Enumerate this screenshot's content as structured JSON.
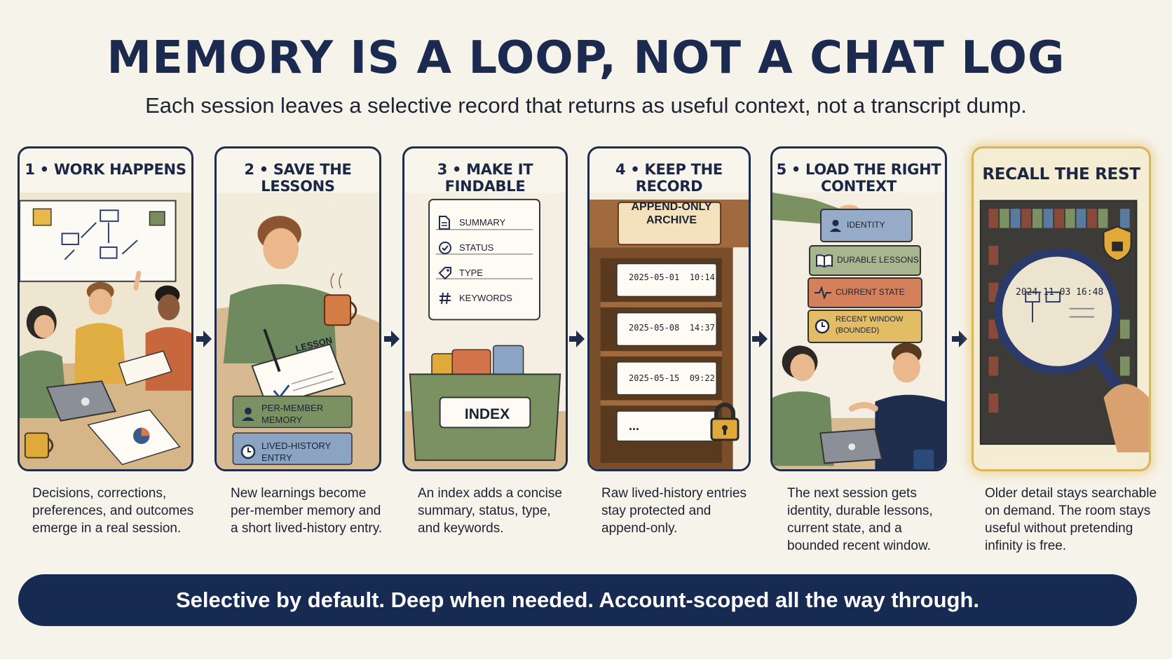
{
  "title": "MEMORY IS A LOOP, NOT A CHAT LOG",
  "subtitle": "Each session leaves a selective record that returns as useful context, not a transcript dump.",
  "panels": [
    {
      "heading": "1 • WORK HAPPENS",
      "caption": [
        "Decisions, corrections,",
        "preferences, and outcomes",
        "emerge in a real session."
      ]
    },
    {
      "heading": "2 • SAVE THE LESSONS",
      "caption": [
        "New learnings become",
        "per-member memory and",
        "a short lived-history entry."
      ],
      "card_label": "LESSON",
      "tags": [
        {
          "line1": "PER-MEMBER",
          "line2": "MEMORY",
          "icon": "person-icon"
        },
        {
          "line1": "LIVED-HISTORY",
          "line2": "ENTRY",
          "icon": "clock-icon"
        }
      ]
    },
    {
      "heading": "3 • MAKE IT FINDABLE",
      "caption": [
        "An index adds a concise",
        "summary, status, type,",
        "and keywords."
      ],
      "fields": [
        {
          "label": "SUMMARY",
          "icon": "document-icon"
        },
        {
          "label": "STATUS",
          "icon": "check-circle-icon"
        },
        {
          "label": "TYPE",
          "icon": "tag-icon"
        },
        {
          "label": "KEYWORDS",
          "icon": "hash-icon"
        }
      ],
      "box_label": "INDEX"
    },
    {
      "heading": "4 • KEEP THE RECORD",
      "caption": [
        "Raw lived-history entries",
        "stay protected and",
        "append-only."
      ],
      "sign": [
        "APPEND-ONLY",
        "ARCHIVE"
      ],
      "entries": [
        "2025-05-01  10:14",
        "2025-05-08  14:37",
        "2025-05-15  09:22",
        "..."
      ]
    },
    {
      "heading": "5 • LOAD THE RIGHT CONTEXT",
      "caption": [
        "The next session gets",
        "identity, durable lessons,",
        "current state, and a",
        "bounded recent window."
      ],
      "layers": [
        {
          "label": "IDENTITY",
          "icon": "person-icon",
          "color": "#95abc8"
        },
        {
          "label": "DURABLE LESSONS",
          "icon": "book-icon",
          "color": "#a8b68e"
        },
        {
          "label": "CURRENT STATE",
          "icon": "pulse-icon",
          "color": "#d4805a"
        },
        {
          "label": "RECENT WINDOW",
          "label2": "(BOUNDED)",
          "icon": "clock-icon",
          "color": "#e2bd66"
        }
      ]
    },
    {
      "heading": "RECALL THE REST",
      "caption": [
        "Older detail stays searchable",
        "on demand. The room stays",
        "useful without pretending",
        "infinity is free."
      ],
      "lens_timestamp": "2024-11-03 16:48"
    }
  ],
  "banner": "Selective by default. Deep when needed. Account-scoped all the way through."
}
